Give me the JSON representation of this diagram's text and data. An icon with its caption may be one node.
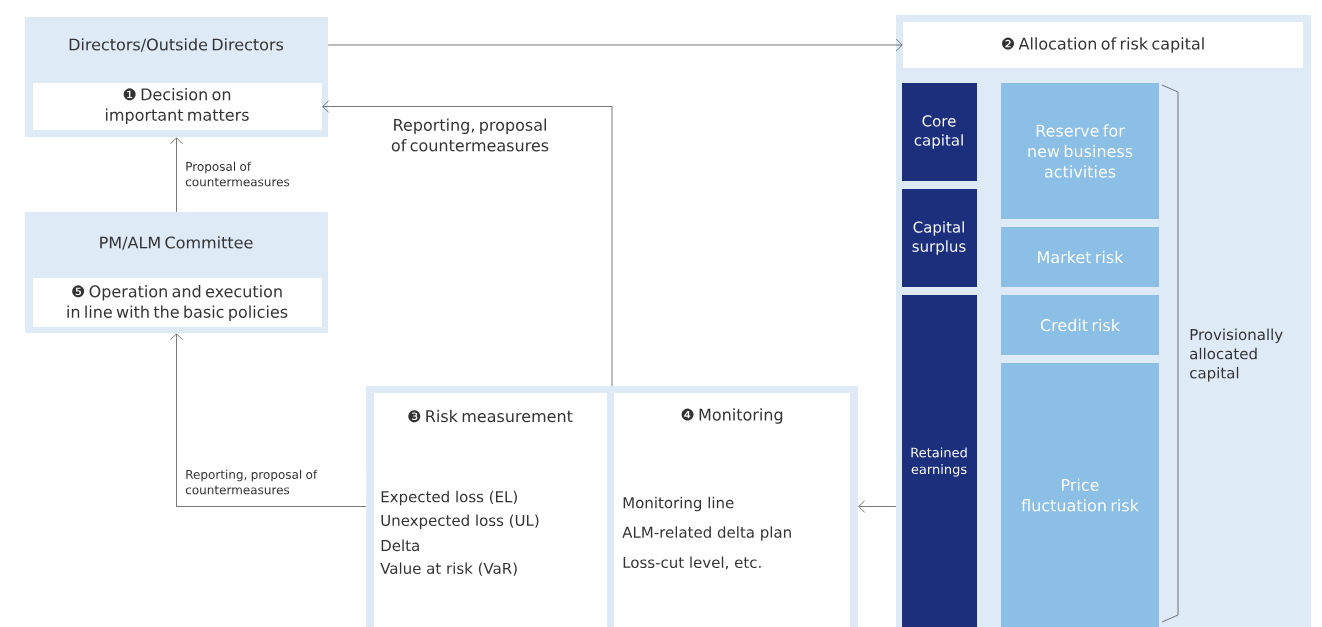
{
  "diagram": {
    "nodes": [
      {
        "text": [
          "Directors/Outside Directors"
        ]
      },
      {
        "text": [
          "❶ Decision on important matters"
        ],
        "in": 0
      },
      {
        "text": [
          "PM/ALM Committee"
        ]
      },
      {
        "text": [
          "❺ Operation and execution in line with the basic policies"
        ],
        "in": 2
      },
      {
        "text": [],
        "shape": "box"
      },
      {
        "text": [
          "❷ Allocation of risk capital"
        ],
        "in": 4
      },
      {
        "text": [
          "Core capital"
        ],
        "in": 4
      },
      {
        "text": [
          "Capital surplus"
        ],
        "in": 4
      },
      {
        "text": [
          "Retained earnings"
        ],
        "in": 4
      },
      {
        "text": [
          "Reserve for new business activities"
        ],
        "in": 4
      },
      {
        "text": [
          "Market risk"
        ],
        "in": 4
      },
      {
        "text": [
          "Credit risk"
        ],
        "in": 4
      },
      {
        "text": [
          "Price fluctuation risk"
        ],
        "in": 4
      },
      {
        "text": [],
        "shape": "box"
      },
      {
        "text": [
          "❸ Risk measurement",
          "Expected loss (EL)",
          "Unexpected loss (UL)",
          "Delta",
          "Value at risk (VaR)"
        ],
        "in": 13
      },
      {
        "text": [
          "❹ Monitoring",
          "Monitoring line",
          "ALM-related delta plan",
          "Loss-cut level, etc."
        ],
        "in": 13
      }
    ],
    "edges": [
      {
        "from": 0,
        "to": 5,
        "arrow": "to"
      },
      {
        "from": 13,
        "to": 1,
        "arrow": "to",
        "label": "Reporting, proposal of countermeasures"
      },
      {
        "from": 2,
        "to": 0,
        "arrow": "to",
        "label": "Proposal of countermeasures"
      },
      {
        "from": 13,
        "to": 2,
        "arrow": "to",
        "label": "Reporting, proposal of countermeasures"
      },
      {
        "from": 4,
        "to": 13,
        "arrow": "to"
      }
    ],
    "labels": [
      "Provisionally allocated capital"
    ]
  }
}
